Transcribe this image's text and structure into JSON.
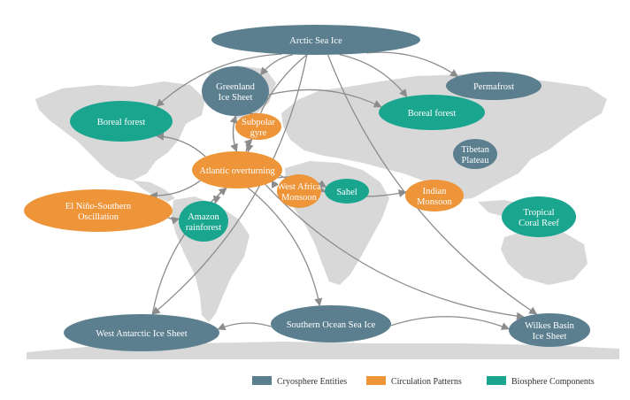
{
  "colors": {
    "cryosphere": "#5b7f8f",
    "circulation": "#ee9439",
    "biosphere": "#1aa58f",
    "land": "#d8d8d8",
    "arrow": "#8c8c8c"
  },
  "nodes": [
    {
      "id": "arctic-sea-ice",
      "type": "cryosphere",
      "lines": [
        "Arctic Sea Ice"
      ]
    },
    {
      "id": "greenland-ice-sheet",
      "type": "cryosphere",
      "lines": [
        "Greenland",
        "Ice Sheet"
      ]
    },
    {
      "id": "permafrost",
      "type": "cryosphere",
      "lines": [
        "Permafrost"
      ]
    },
    {
      "id": "boreal-forest-na",
      "type": "biosphere",
      "lines": [
        "Boreal forest"
      ]
    },
    {
      "id": "boreal-forest-eurasia",
      "type": "biosphere",
      "lines": [
        "Boreal forest"
      ]
    },
    {
      "id": "subpolar-gyre",
      "type": "circulation",
      "lines": [
        "Subpolar",
        "gyre"
      ]
    },
    {
      "id": "tibetan-plateau",
      "type": "cryosphere",
      "lines": [
        "Tibetan",
        "Plateau"
      ]
    },
    {
      "id": "atlantic-overturning",
      "type": "circulation",
      "lines": [
        "Atlantic overturning"
      ]
    },
    {
      "id": "west-africa-monsoon",
      "type": "circulation",
      "lines": [
        "West Africa",
        "Monsoon"
      ]
    },
    {
      "id": "sahel",
      "type": "biosphere",
      "lines": [
        "Sahel"
      ]
    },
    {
      "id": "indian-monsoon",
      "type": "circulation",
      "lines": [
        "Indian",
        "Monsoon"
      ]
    },
    {
      "id": "el-nino",
      "type": "circulation",
      "lines": [
        "El Niño-Southern",
        "Oscillation"
      ]
    },
    {
      "id": "amazon-rainforest",
      "type": "biosphere",
      "lines": [
        "Amazon",
        "rainforest"
      ]
    },
    {
      "id": "tropical-coral-reef",
      "type": "biosphere",
      "lines": [
        "Tropical",
        "Coral Reef"
      ]
    },
    {
      "id": "west-antarctic-ice-sheet",
      "type": "cryosphere",
      "lines": [
        "West Antarctic Ice Sheet"
      ]
    },
    {
      "id": "southern-ocean-sea-ice",
      "type": "cryosphere",
      "lines": [
        "Southern Ocean Sea Ice"
      ]
    },
    {
      "id": "wilkes-basin-ice-sheet",
      "type": "cryosphere",
      "lines": [
        "Wilkes Basin",
        "Ice Sheet"
      ]
    }
  ],
  "edges": [
    {
      "from": "arctic-sea-ice",
      "to": "greenland-ice-sheet"
    },
    {
      "from": "arctic-sea-ice",
      "to": "permafrost"
    },
    {
      "from": "arctic-sea-ice",
      "to": "boreal-forest-na"
    },
    {
      "from": "arctic-sea-ice",
      "to": "boreal-forest-eurasia"
    },
    {
      "from": "arctic-sea-ice",
      "to": "atlantic-overturning"
    },
    {
      "from": "arctic-sea-ice",
      "to": "west-antarctic-ice-sheet"
    },
    {
      "from": "arctic-sea-ice",
      "to": "wilkes-basin-ice-sheet"
    },
    {
      "from": "greenland-ice-sheet",
      "to": "subpolar-gyre"
    },
    {
      "from": "greenland-ice-sheet",
      "to": "atlantic-overturning"
    },
    {
      "from": "greenland-ice-sheet",
      "to": "boreal-forest-eurasia"
    },
    {
      "from": "subpolar-gyre",
      "to": "greenland-ice-sheet"
    },
    {
      "from": "atlantic-overturning",
      "to": "subpolar-gyre"
    },
    {
      "from": "atlantic-overturning",
      "to": "boreal-forest-na"
    },
    {
      "from": "atlantic-overturning",
      "to": "greenland-ice-sheet"
    },
    {
      "from": "atlantic-overturning",
      "to": "west-africa-monsoon"
    },
    {
      "from": "atlantic-overturning",
      "to": "sahel"
    },
    {
      "from": "atlantic-overturning",
      "to": "indian-monsoon"
    },
    {
      "from": "atlantic-overturning",
      "to": "el-nino"
    },
    {
      "from": "atlantic-overturning",
      "to": "amazon-rainforest"
    },
    {
      "from": "atlantic-overturning",
      "to": "southern-ocean-sea-ice"
    },
    {
      "from": "atlantic-overturning",
      "to": "wilkes-basin-ice-sheet"
    },
    {
      "from": "west-africa-monsoon",
      "to": "sahel"
    },
    {
      "from": "el-nino",
      "to": "amazon-rainforest"
    },
    {
      "from": "west-antarctic-ice-sheet",
      "to": "atlantic-overturning"
    },
    {
      "from": "southern-ocean-sea-ice",
      "to": "west-antarctic-ice-sheet"
    },
    {
      "from": "southern-ocean-sea-ice",
      "to": "wilkes-basin-ice-sheet"
    }
  ],
  "legend": [
    {
      "type": "cryosphere",
      "label": "Cryosphere Entities"
    },
    {
      "type": "circulation",
      "label": "Circulation Patterns"
    },
    {
      "type": "biosphere",
      "label": "Biosphere Components"
    }
  ]
}
